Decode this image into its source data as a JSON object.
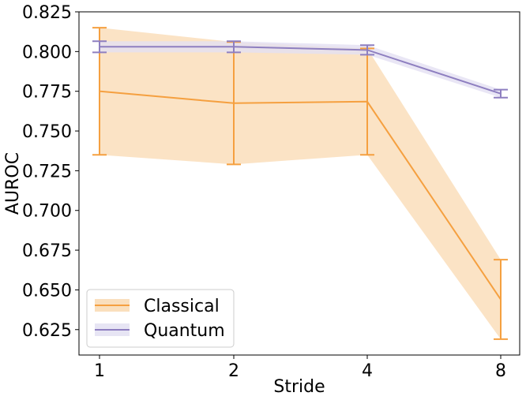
{
  "chart_data": {
    "type": "line",
    "xlabel": "Stride",
    "ylabel": "AUROC",
    "categories": [
      "1",
      "2",
      "4",
      "8"
    ],
    "yticks": [
      0.625,
      0.65,
      0.675,
      0.7,
      0.725,
      0.75,
      0.775,
      0.8,
      0.825
    ],
    "ytick_labels": [
      "0.625",
      "0.650",
      "0.675",
      "0.700",
      "0.725",
      "0.750",
      "0.775",
      "0.800",
      "0.825"
    ],
    "ylim": [
      0.609,
      0.825
    ],
    "grid": false,
    "legend_position": "bottom-left",
    "series": [
      {
        "name": "Classical",
        "color": "#f5a040",
        "fill_color": "#f9d9b2",
        "values": [
          0.775,
          0.7675,
          0.7685,
          0.644
        ],
        "lower": [
          0.735,
          0.729,
          0.735,
          0.619
        ],
        "upper": [
          0.815,
          0.806,
          0.802,
          0.669
        ]
      },
      {
        "name": "Quantum",
        "color": "#8e7fc0",
        "fill_color": "#e3e0f2",
        "values": [
          0.803,
          0.803,
          0.801,
          0.7735
        ],
        "lower": [
          0.7995,
          0.7995,
          0.798,
          0.771
        ],
        "upper": [
          0.8065,
          0.8065,
          0.804,
          0.776
        ]
      }
    ]
  }
}
